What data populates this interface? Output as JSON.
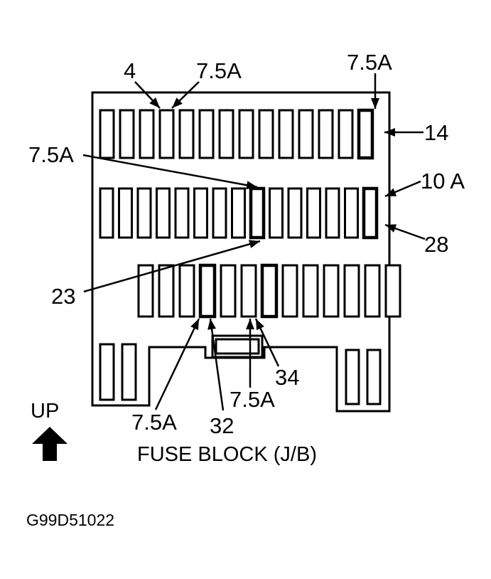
{
  "labels": {
    "top_left_number": "4",
    "top_left_amp": "7.5A",
    "top_right_amp": "7.5A",
    "right_top_number": "14",
    "left_mid_amp": "7.5A",
    "right_mid_amp": "10 A",
    "right_mid_number": "28",
    "left_lower_number": "23",
    "bottom_amp_left": "7.5A",
    "bottom_number_32": "32",
    "bottom_amp_right": "7.5A",
    "bottom_number_34": "34"
  },
  "orientation_label": "UP",
  "caption": "FUSE BLOCK (J/B)",
  "figure_code": "G99D51022",
  "icons": {
    "up_arrow": "up-arrow-icon"
  },
  "colors": {
    "ink": "#000000",
    "background": "#ffffff"
  }
}
